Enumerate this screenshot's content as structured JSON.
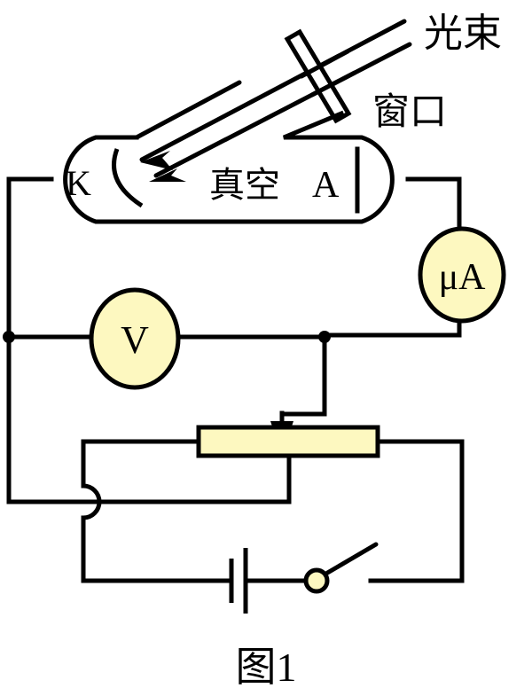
{
  "figure": {
    "caption": "图1",
    "colors": {
      "line": "#000000",
      "component_fill": "#fdf8c0",
      "background": "#ffffff"
    }
  },
  "labels": {
    "light_beam": "光束",
    "window": "窗口",
    "vacuum": "真空",
    "cathode": "K",
    "anode": "A",
    "voltmeter": "V",
    "microammeter": "μA"
  },
  "components": [
    {
      "name": "phototube",
      "parts": [
        "cathode K",
        "anode A",
        "vacuum envelope",
        "window"
      ]
    },
    {
      "name": "voltmeter",
      "symbol": "V"
    },
    {
      "name": "microammeter",
      "symbol": "μA"
    },
    {
      "name": "sliding rheostat",
      "note": "potentiometer with slider contact"
    },
    {
      "name": "battery"
    },
    {
      "name": "switch",
      "state": "open"
    }
  ]
}
